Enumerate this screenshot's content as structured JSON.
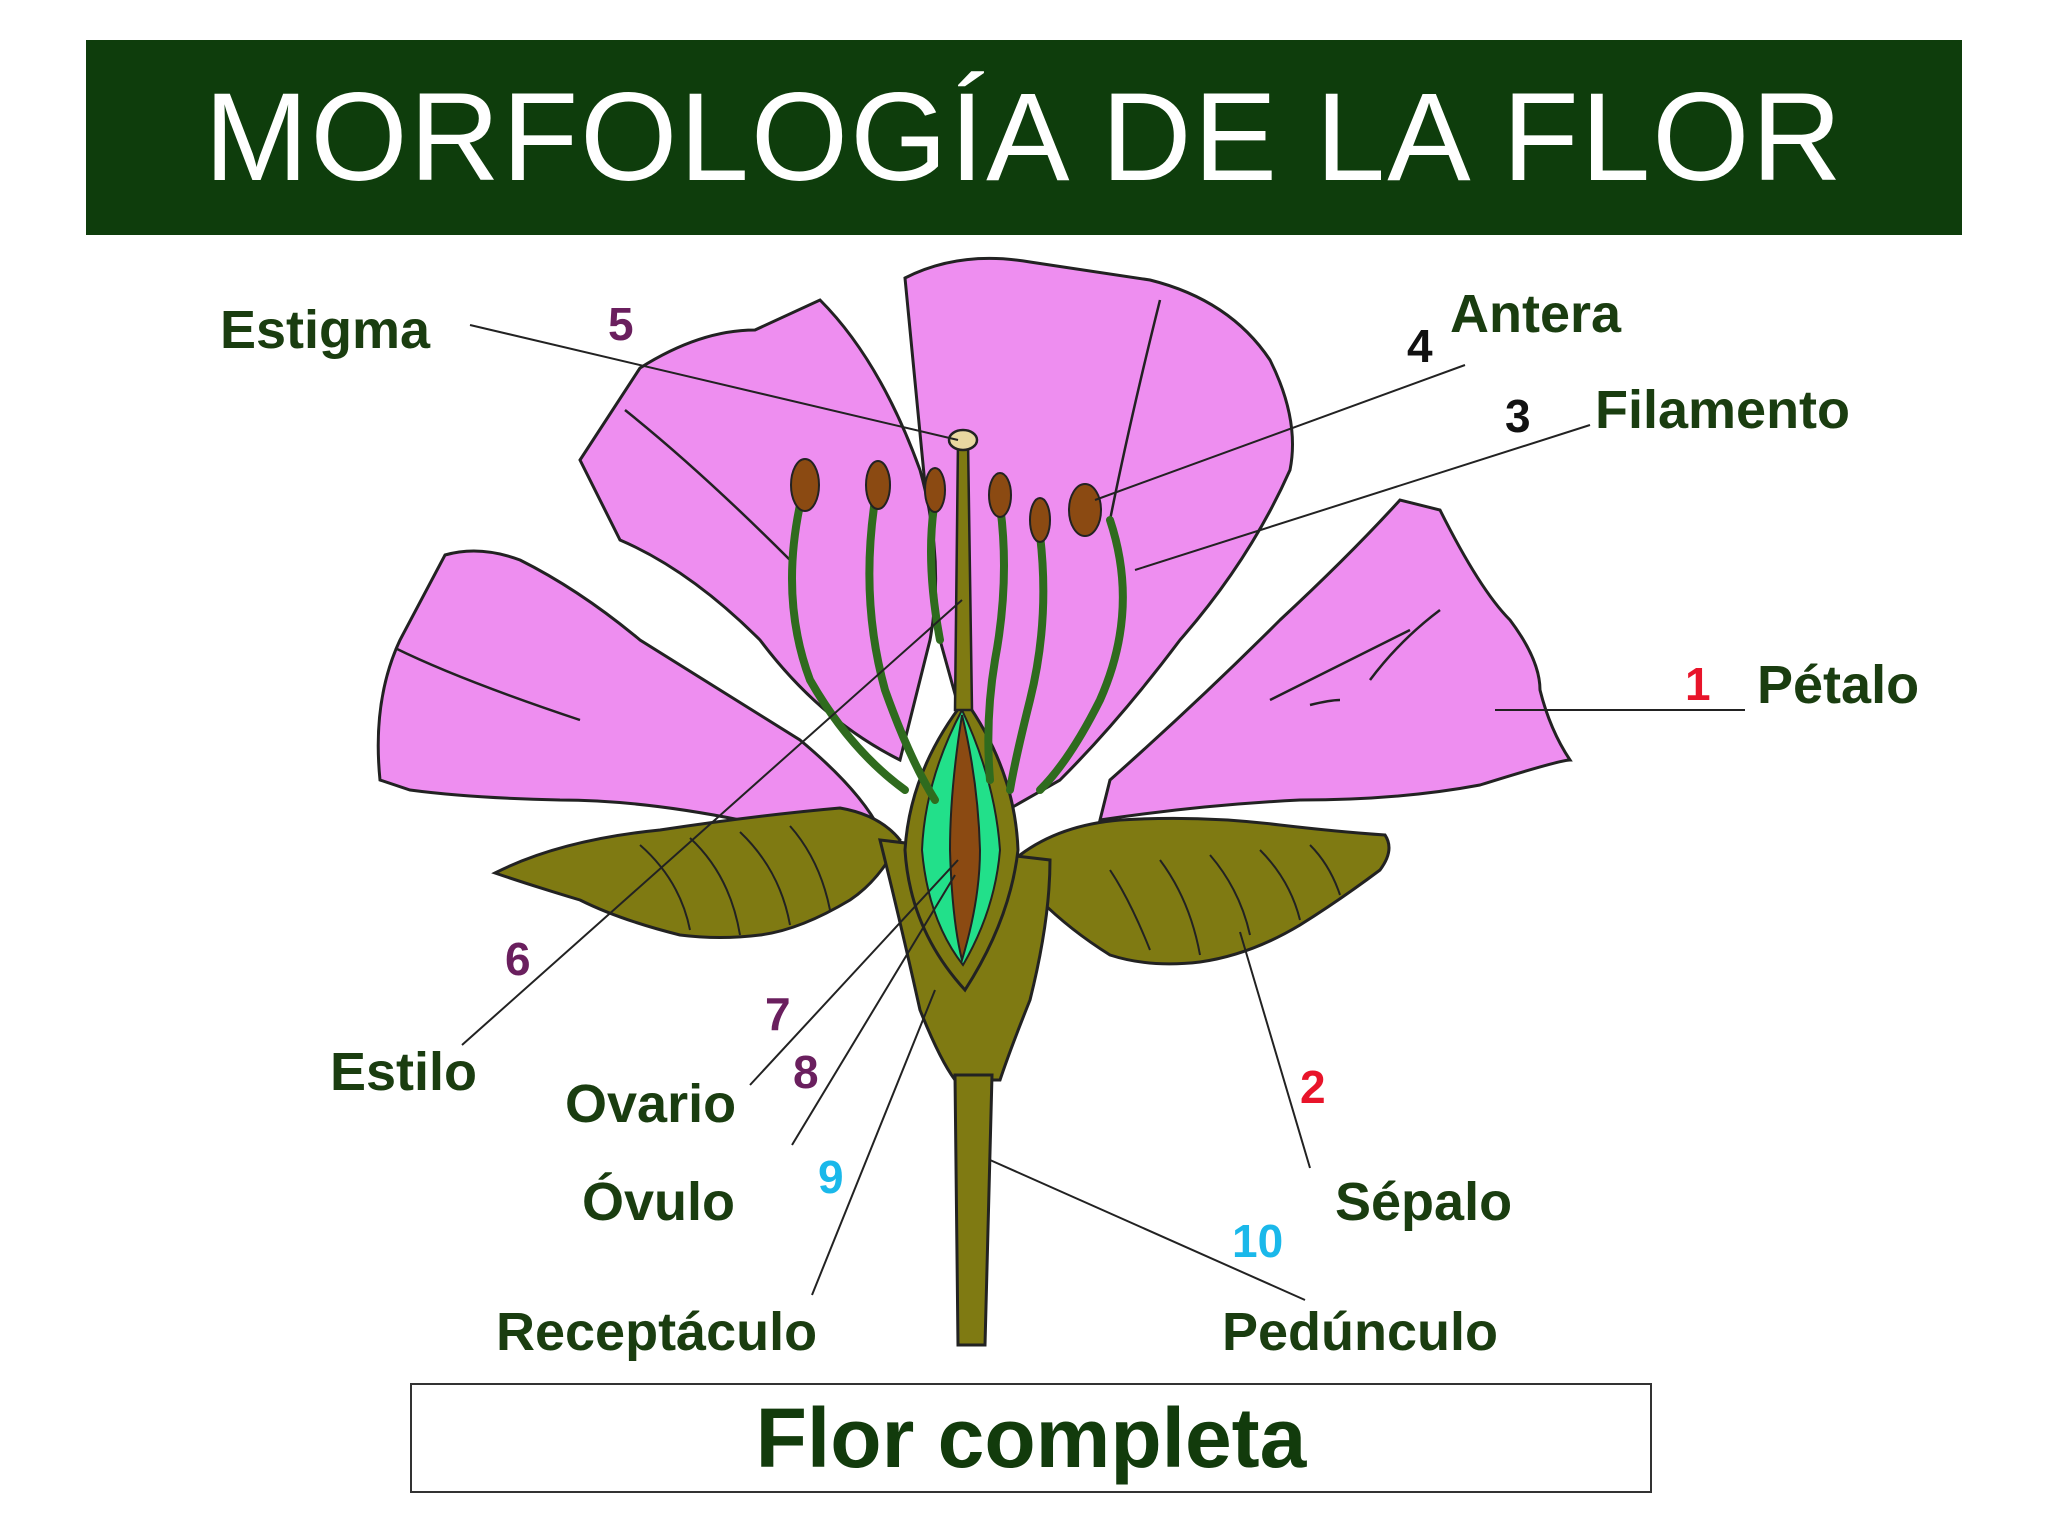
{
  "title": "MORFOLOGÍA DE LA FLOR",
  "caption": "Flor completa",
  "labels": {
    "estigma": "Estigma",
    "antera": "Antera",
    "filamento": "Filamento",
    "petalo": "Pétalo",
    "estilo": "Estilo",
    "ovario": "Ovario",
    "ovulo": "Óvulo",
    "receptaculo": "Receptáculo",
    "sepalo": "Sépalo",
    "pedunculo": "Pedúnculo"
  },
  "numbers": {
    "n1": "1",
    "n2": "2",
    "n3": "3",
    "n4": "4",
    "n5": "5",
    "n6": "6",
    "n7": "7",
    "n8": "8",
    "n9": "9",
    "n10": "10"
  },
  "colors": {
    "title_bg": "#0e3d0c",
    "label_text": "#1a3d10",
    "petal": "#ee8ef0",
    "sepal": "#7f7a12",
    "ovary": "#22e08a",
    "anther": "#8b4a12",
    "filament": "#2f6b1e",
    "num_red": "#e8142a",
    "num_purple": "#6a1f5e",
    "num_black": "#111111",
    "num_cyan": "#1ab8ea"
  }
}
